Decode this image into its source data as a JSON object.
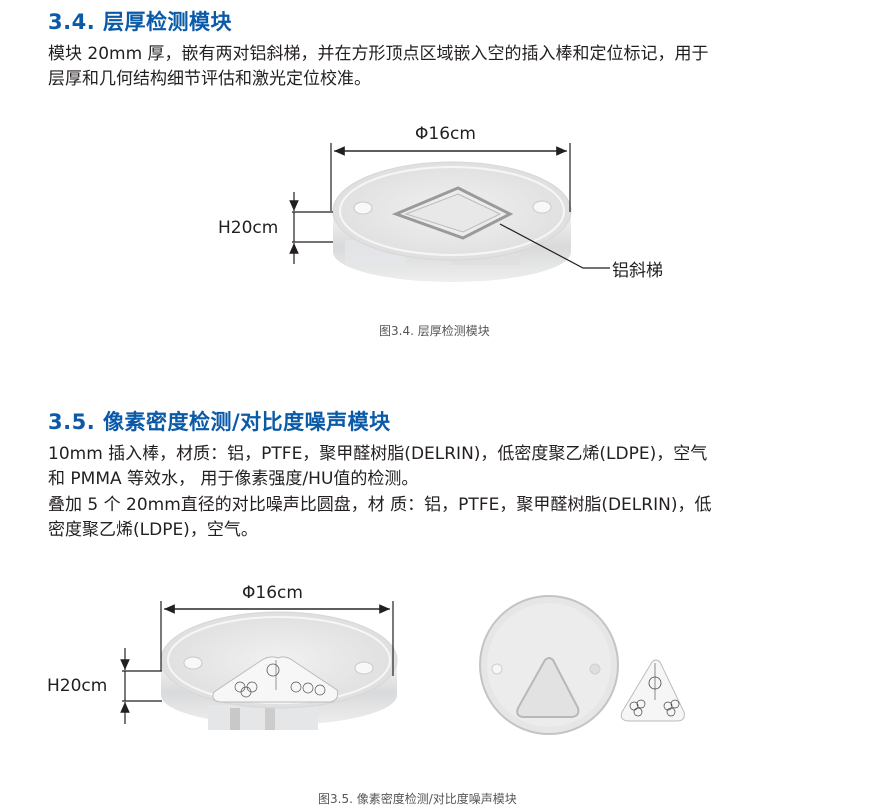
{
  "section_34": {
    "heading": "3.4. 层厚检测模块",
    "para_line1": "模块 20mm 厚，嵌有两对铝斜梯，并在方形顶点区域嵌入空的插入棒和定位标记，用于",
    "para_line2": "层厚和几何结构细节评估和激光定位校准。",
    "figure": {
      "diameter_label": "Φ16cm",
      "height_label": "H20cm",
      "callout_label": "铝斜梯",
      "caption": "图3.4. 层厚检测模块"
    }
  },
  "section_35": {
    "heading": "3.5. 像素密度检测/对比度噪声模块",
    "para1_line1": "10mm 插入棒，材质：铝，PTFE，聚甲醛树脂(DELRIN)，低密度聚乙烯(LDPE)，空气",
    "para1_line2": "和 PMMA 等效水， 用于像素强度/HU值的检测。",
    "para2_line1": "叠加 5 个 20mm直径的对比噪声比圆盘，材 质：铝，PTFE，聚甲醛树脂(DELRIN)，低",
    "para2_line2": "密度聚乙烯(LDPE)，空气。",
    "figure": {
      "diameter_label": "Φ16cm",
      "height_label": "H20cm",
      "caption": "图3.5. 像素密度检测/对比度噪声模块"
    }
  }
}
